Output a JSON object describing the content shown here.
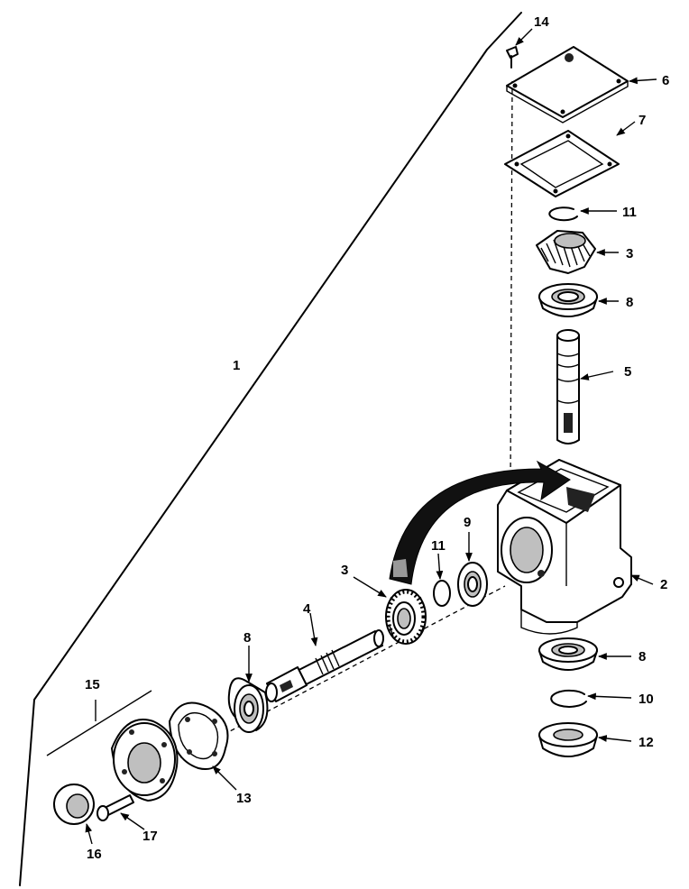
{
  "labels": {
    "l1": "1",
    "l2": "2",
    "l3a": "3",
    "l3b": "3",
    "l4": "4",
    "l5": "5",
    "l6": "6",
    "l7": "7",
    "l8a": "8",
    "l8b": "8",
    "l8c": "8",
    "l9": "9",
    "l10": "10",
    "l11a": "11",
    "l11b": "11",
    "l12": "12",
    "l13": "13",
    "l14": "14",
    "l15": "15",
    "l16": "16",
    "l17": "17"
  }
}
